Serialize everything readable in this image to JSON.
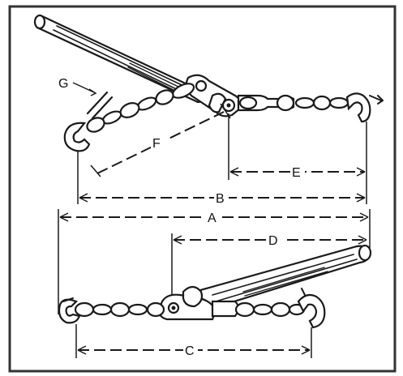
{
  "dimensions": {
    "A": "A",
    "B": "B",
    "C": "C",
    "D": "D",
    "E": "E",
    "F": "F",
    "G": "G"
  },
  "colors": {
    "line": "#1a1a1a",
    "background": "#ffffff",
    "frame": "#333333"
  }
}
